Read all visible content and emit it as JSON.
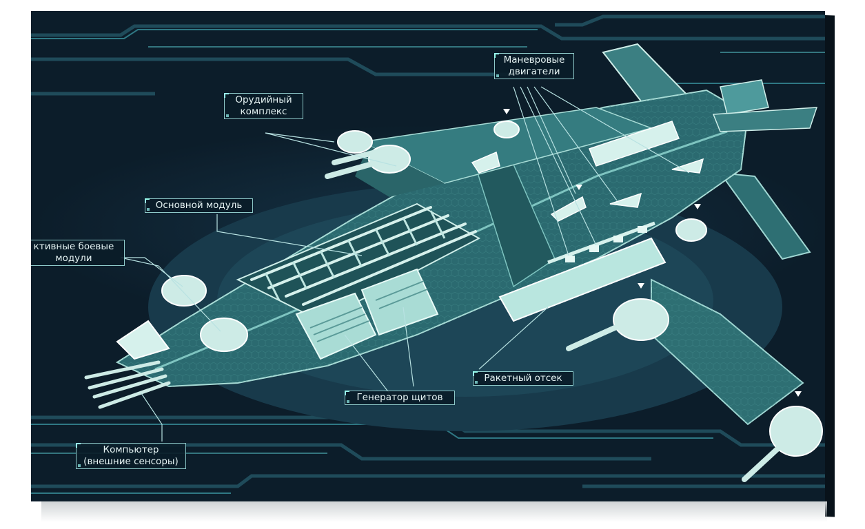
{
  "labels": {
    "maneuver_engines": [
      "Маневровые",
      "двигатели"
    ],
    "weapon_complex": [
      "Орудийный",
      "комплекс"
    ],
    "main_module": "Основной модуль",
    "active_combat_modules": [
      "ктивные боевые",
      "модули"
    ],
    "missile_bay": "Ракетный отсек",
    "shield_generator": "Генератор щитов",
    "computer": [
      "Компьютер",
      "(внешние сенсоры)"
    ]
  },
  "colors": {
    "background": "#0c1d2a",
    "hull": "#2e6f73",
    "hull_light": "#4e9a9c",
    "highlight": "#d6f1ec",
    "line": "#b8e2e2"
  }
}
